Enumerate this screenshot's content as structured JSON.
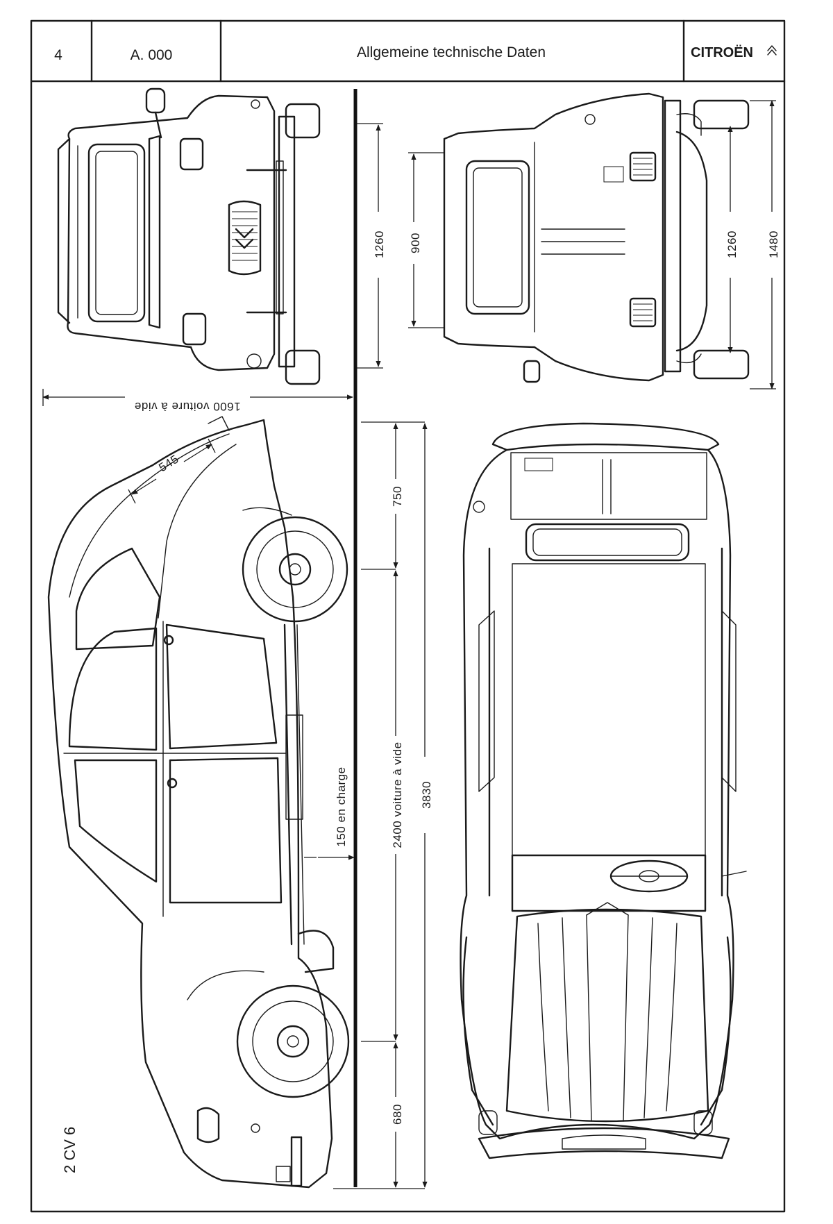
{
  "header": {
    "page_number": "4",
    "code": "A. 000",
    "title": "Allgemeine technische Daten",
    "brand": "CITROËN"
  },
  "model_label": "2 CV 6",
  "dimensions": {
    "rear_track": "1260",
    "front_track": "1260",
    "front_overall_width": "1480",
    "rear_opening_width": "900",
    "unladen_height": "1600 voiture à vide",
    "roof_opening": "545",
    "rear_overhang": "750",
    "ground_clearance": "150 en charge",
    "wheelbase": "2400 voiture à vide",
    "overall_length": "3830",
    "front_overhang": "680"
  },
  "arrows": {
    "brand_chevron": "double-chevron-icon"
  }
}
